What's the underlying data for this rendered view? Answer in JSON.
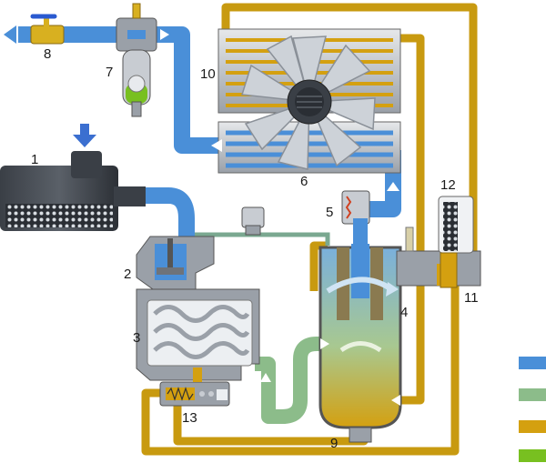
{
  "labels": {
    "n1": "1",
    "n2": "2",
    "n3": "3",
    "n4": "4",
    "n5": "5",
    "n6": "6",
    "n7": "7",
    "n8": "8",
    "n9": "9",
    "n10": "10",
    "n11": "11",
    "n12": "12",
    "n13": "13"
  },
  "colors": {
    "air": "#4a8fd8",
    "air_oil_mix": "#8cbc8a",
    "oil": "#d4a010",
    "condensate": "#78c020",
    "metal": "#9aa0a8",
    "metal_dark": "#6e737a"
  },
  "legend": {
    "swatches": [
      {
        "color_name": "blue",
        "hex": "#4a8fd8"
      },
      {
        "color_name": "grey-green",
        "hex": "#8cbc8a"
      },
      {
        "color_name": "gold",
        "hex": "#d4a010"
      },
      {
        "color_name": "green",
        "hex": "#78c020"
      }
    ]
  },
  "icons": [
    "fan-icon",
    "air-intake-arrow-icon",
    "outlet-arrow-icon",
    "valve-handle-icon"
  ]
}
